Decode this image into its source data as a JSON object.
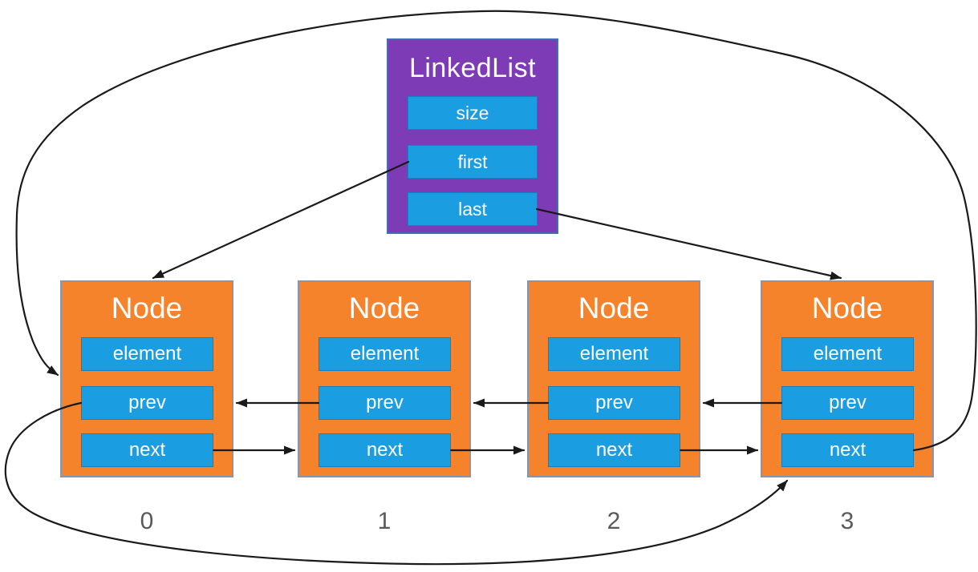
{
  "linkedlist": {
    "title": "LinkedList",
    "fields": [
      "size",
      "first",
      "last"
    ]
  },
  "nodes": [
    {
      "title": "Node",
      "index": "0",
      "fields": [
        "element",
        "prev",
        "next"
      ]
    },
    {
      "title": "Node",
      "index": "1",
      "fields": [
        "element",
        "prev",
        "next"
      ]
    },
    {
      "title": "Node",
      "index": "2",
      "fields": [
        "element",
        "prev",
        "next"
      ]
    },
    {
      "title": "Node",
      "index": "3",
      "fields": [
        "element",
        "prev",
        "next"
      ]
    }
  ],
  "arrows": [
    {
      "from": "linkedlist.first",
      "to": "node-0",
      "style": "straight"
    },
    {
      "from": "linkedlist.last",
      "to": "node-3",
      "style": "straight"
    },
    {
      "from": "node-1.prev",
      "to": "node-0",
      "style": "straight"
    },
    {
      "from": "node-2.prev",
      "to": "node-1",
      "style": "straight"
    },
    {
      "from": "node-3.prev",
      "to": "node-2",
      "style": "straight"
    },
    {
      "from": "node-0.next",
      "to": "node-1",
      "style": "straight"
    },
    {
      "from": "node-1.next",
      "to": "node-2",
      "style": "straight"
    },
    {
      "from": "node-2.next",
      "to": "node-3",
      "style": "straight"
    },
    {
      "from": "node-3.next",
      "to": "node-0",
      "style": "curved-top-loop"
    },
    {
      "from": "node-0.prev",
      "to": "node-3",
      "style": "curved-bottom-loop"
    }
  ],
  "colors": {
    "linkedlist_fill": "#7d3cb5",
    "linkedlist_border": "#3f6fb5",
    "node_fill": "#f5832c",
    "node_border": "#8496b0",
    "field_fill": "#1b9de2",
    "field_border": "#1380c4",
    "text": "#ffffff",
    "index_label": "#595959",
    "arrow": "#1a1a1a",
    "background": "#ffffff"
  }
}
